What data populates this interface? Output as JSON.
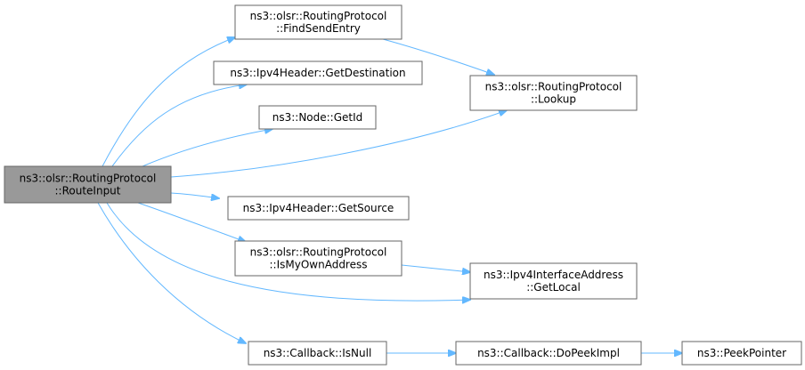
{
  "graph": {
    "nodes": [
      {
        "id": "route_input",
        "lines": [
          "ns3::olsr::RoutingProtocol",
          "::RouteInput"
        ],
        "highlighted": true
      },
      {
        "id": "find_send_entry",
        "lines": [
          "ns3::olsr::RoutingProtocol",
          "::FindSendEntry"
        ]
      },
      {
        "id": "get_destination",
        "lines": [
          "ns3::Ipv4Header::GetDestination"
        ]
      },
      {
        "id": "get_id",
        "lines": [
          "ns3::Node::GetId"
        ]
      },
      {
        "id": "lookup",
        "lines": [
          "ns3::olsr::RoutingProtocol",
          "::Lookup"
        ]
      },
      {
        "id": "get_source",
        "lines": [
          "ns3::Ipv4Header::GetSource"
        ]
      },
      {
        "id": "is_my_own_address",
        "lines": [
          "ns3::olsr::RoutingProtocol",
          "::IsMyOwnAddress"
        ]
      },
      {
        "id": "get_local",
        "lines": [
          "ns3::Ipv4InterfaceAddress",
          "::GetLocal"
        ]
      },
      {
        "id": "is_null",
        "lines": [
          "ns3::Callback::IsNull"
        ]
      },
      {
        "id": "do_peek_impl",
        "lines": [
          "ns3::Callback::DoPeekImpl"
        ]
      },
      {
        "id": "peek_pointer",
        "lines": [
          "ns3::PeekPointer"
        ]
      }
    ],
    "edges": [
      {
        "from": "route_input",
        "to": "find_send_entry"
      },
      {
        "from": "route_input",
        "to": "get_destination"
      },
      {
        "from": "route_input",
        "to": "get_id"
      },
      {
        "from": "route_input",
        "to": "lookup"
      },
      {
        "from": "route_input",
        "to": "get_source"
      },
      {
        "from": "route_input",
        "to": "is_my_own_address"
      },
      {
        "from": "route_input",
        "to": "get_local"
      },
      {
        "from": "route_input",
        "to": "is_null"
      },
      {
        "from": "find_send_entry",
        "to": "lookup"
      },
      {
        "from": "is_my_own_address",
        "to": "get_local"
      },
      {
        "from": "is_null",
        "to": "do_peek_impl"
      },
      {
        "from": "do_peek_impl",
        "to": "peek_pointer"
      }
    ],
    "colors": {
      "edge": "#63b8ff",
      "node_border": "#666666",
      "highlighted_fill": "#999999",
      "node_fill": "#ffffff"
    }
  }
}
